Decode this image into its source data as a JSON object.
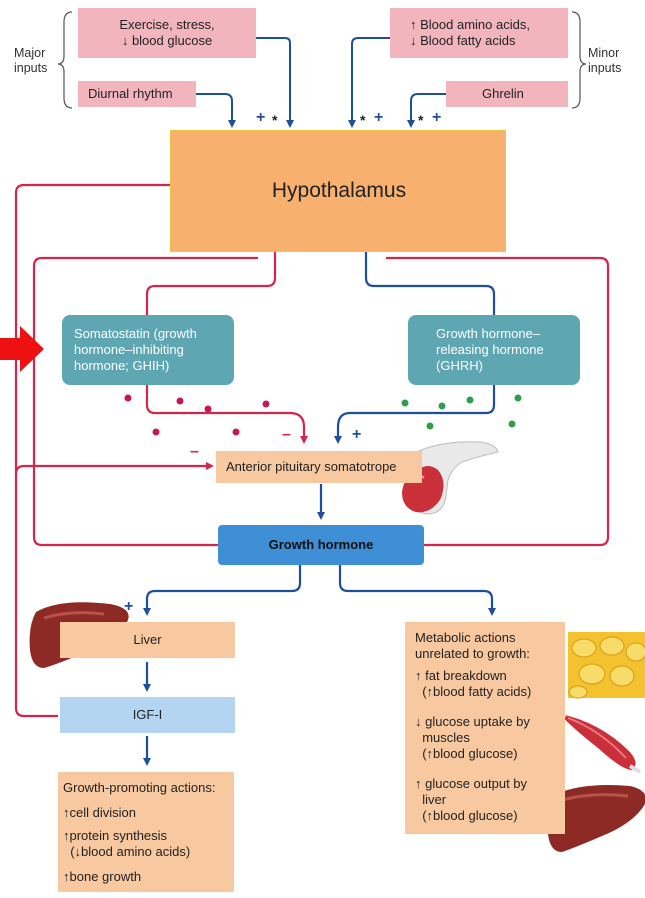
{
  "labels": {
    "major_inputs": "Major\ninputs",
    "minor_inputs": "Minor\ninputs"
  },
  "inputs": {
    "exercise": "Exercise, stress,\n↓ blood glucose",
    "diurnal": "Diurnal rhythm",
    "amino": "↑ Blood amino acids,\n↓ Blood fatty acids",
    "ghrelin": "Ghrelin"
  },
  "hypothalamus": "Hypothalamus",
  "somatostatin": "Somatostatin (growth\nhormone–inhibiting\nhormone; GHIH)",
  "ghrh": "Growth hormone–\nreleasing hormone\n(GHRH)",
  "pituitary": "Anterior pituitary somatotrope",
  "growth_hormone": "Growth hormone",
  "liver": "Liver",
  "igf": "IGF-I",
  "growth_actions": {
    "title": "Growth-promoting actions:",
    "items": [
      "↑cell division",
      "↑protein synthesis\n  (↓blood amino acids)",
      "↑bone growth"
    ]
  },
  "metabolic": {
    "title": "Metabolic actions\nunrelated to growth:",
    "items": [
      "↑ fat breakdown\n  (↑blood fatty acids)",
      "↓ glucose uptake by\n  muscles\n  (↑blood glucose)",
      "↑ glucose output by\n  liver\n  (↑blood glucose)"
    ]
  },
  "signs": {
    "plus": "+",
    "minus": "–",
    "star": "*"
  },
  "colors": {
    "inhibit": "#d4264b",
    "stimulate": "#1f4e9a",
    "hypothalamus": "#f8b06e",
    "teal": "#5fa6b3",
    "gh": "#3f8fd6",
    "igf": "#b3d5f1",
    "tan": "#f8c9a1",
    "pink": "#f2b5bd"
  }
}
